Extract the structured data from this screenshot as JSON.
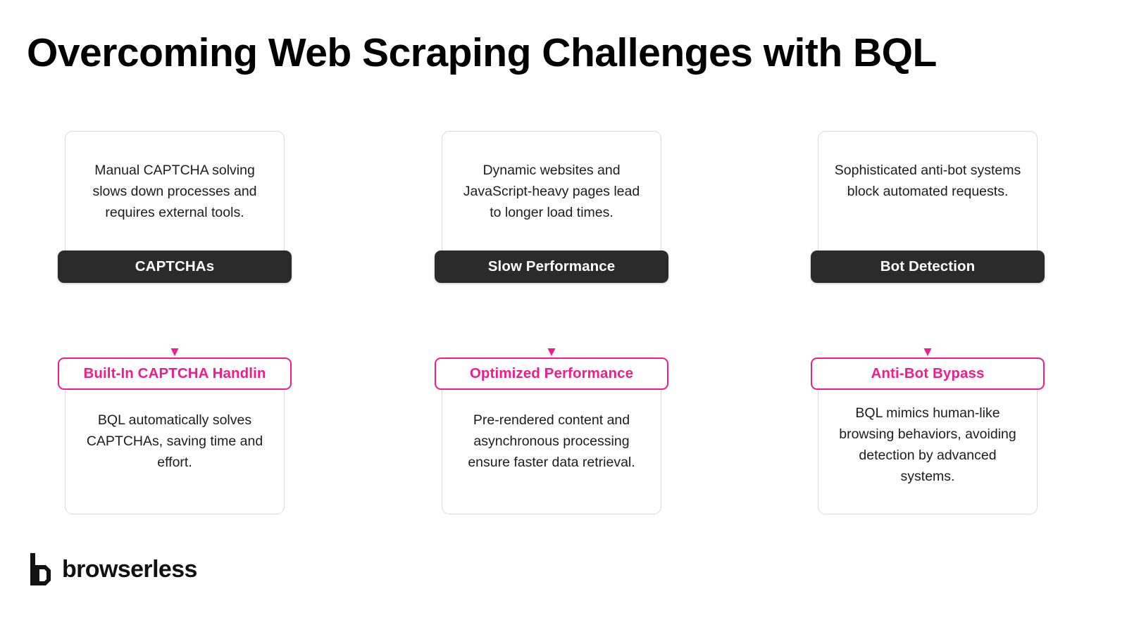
{
  "title": "Overcoming Web Scraping Challenges with BQL",
  "colors": {
    "accent_pink": "#ee1d8f",
    "label_dark": "#2b2b2b",
    "card_border": "#dadada",
    "background": "#ffffff",
    "text": "#1c1c1c"
  },
  "columns": [
    {
      "problem_text": "Manual CAPTCHA solving slows down processes and requires external tools.",
      "problem_label": "CAPTCHAs",
      "solution_label": "Built-In CAPTCHA Handlin",
      "solution_text": "BQL automatically solves CAPTCHAs, saving time and effort."
    },
    {
      "problem_text": "Dynamic websites and JavaScript-heavy pages lead to longer load times.",
      "problem_label": "Slow Performance",
      "solution_label": "Optimized Performance",
      "solution_text": "Pre-rendered content and asynchronous processing ensure faster data retrieval."
    },
    {
      "problem_text": "Sophisticated anti-bot systems block automated requests.",
      "problem_label": "Bot Detection",
      "solution_label": "Anti-Bot Bypass",
      "solution_text": "BQL mimics human-like browsing behaviors, avoiding detection by advanced systems."
    }
  ],
  "logo": {
    "wordmark": "browserless",
    "mark_icon": "browserless-b-logomark"
  }
}
